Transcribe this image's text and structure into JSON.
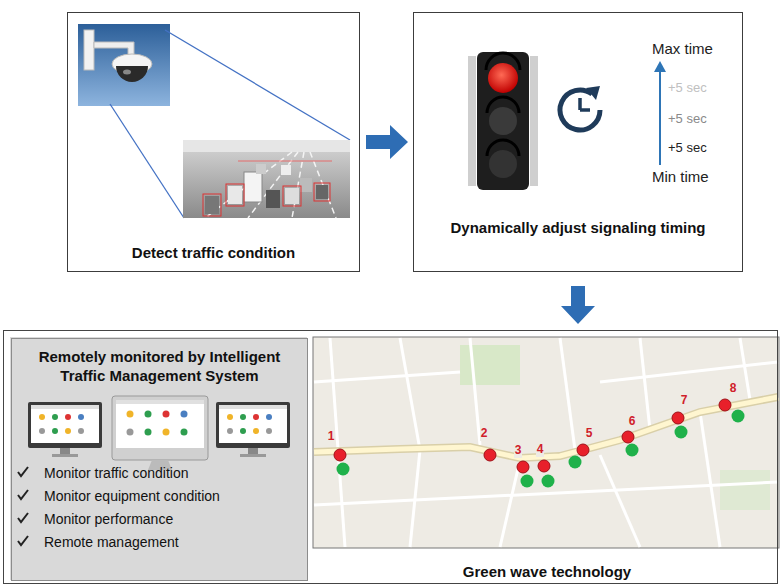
{
  "diagram": {
    "nodes": [
      {
        "text": [
          "Detect traffic condition"
        ]
      },
      {
        "text": [
          "Dynamically adjust signaling timing"
        ]
      },
      {
        "text": [
          "Green wave technology"
        ]
      },
      {
        "text": [
          "Remotely monitored by Intelligent Traffic Management System",
          "Monitor traffic condition",
          "Monitor equipment condition",
          "Monitor performance",
          "Remote management"
        ],
        "in": 2
      }
    ],
    "edges": [
      {
        "from": 0,
        "to": 1,
        "arrow": "to"
      },
      {
        "from": 1,
        "to": 2,
        "arrow": "to"
      }
    ],
    "labels": [
      "Max time",
      "+5 sec",
      "+5 sec",
      "+5 sec",
      "Min time",
      "1",
      "2",
      "3",
      "4",
      "5",
      "6",
      "7",
      "8"
    ]
  }
}
